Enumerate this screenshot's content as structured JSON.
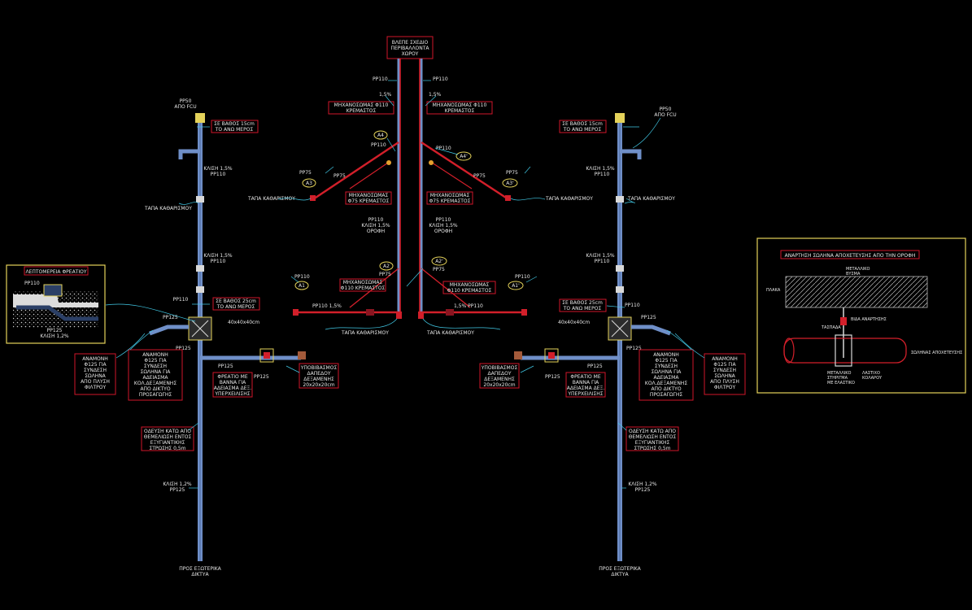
{
  "colors": {
    "background": "#000000",
    "pipe_blue": "#6f8fc8",
    "pipe_red": "#d21f2a",
    "box_red": "#d0162a",
    "leader_cyan": "#41c9e6",
    "detail_frame_yellow": "#e4d25a",
    "label_white": "#e8e8e8"
  },
  "top_box": {
    "line1": "ΒΛΕΠΕ ΣΧΕΔΙΟ",
    "line2": "ΠΕΡΙΒΑΛΛΟΝΤΑ",
    "line3": "ΧΩΡΟΥ"
  },
  "center": {
    "pp110_left": "PP110",
    "pp110_right": "PP110",
    "slope_left": "1,5%",
    "slope_right": "1,5%",
    "mech_left": {
      "line1": "ΜΗΧΑΝΟΣΩΜΑΣ Φ110",
      "line2": "ΚΡΕΜΑΣΤΟΣ"
    },
    "mech_right": {
      "line1": "ΜΗΧΑΝΟΣΩΜΑΣ Φ110",
      "line2": "ΚΡΕΜΑΣΤΟΣ"
    },
    "a4": "A4",
    "a4p": "A4'",
    "pp110_a4": "PP110",
    "pp110_a4p": "PP110",
    "a3": "A3",
    "a3p": "A3'",
    "pp75_left_outer": "PP75",
    "pp75_left_inner": "PP75",
    "pp75_right_outer": "PP75",
    "pp75_right_inner": "PP75",
    "tapa_left": "ΤΑΠΑ ΚΑΘΑΡΙΣΜΟΥ",
    "tapa_right": "ΤΑΠΑ ΚΑΘΑΡΙΣΜΟΥ",
    "mech75_left": {
      "line1": "ΜΗΧΑΝΟΣΩΜΑΣ",
      "line2": "Φ75 ΚΡΕΜΑΣΤΟΣ"
    },
    "mech75_right": {
      "line1": "ΜΗΧΑΝΟΣΩΜΑΣ",
      "line2": "Φ75 ΚΡΕΜΑΣΤΟΣ"
    },
    "vert_left": {
      "line1": "PP110",
      "line2": "ΚΛΙΣΗ 1,5%",
      "line3": "ΟΡΟΦΗ"
    },
    "vert_right": {
      "line1": "PP110",
      "line2": "ΚΛΙΣΗ 1,5%",
      "line3": "ΟΡΟΦΗ"
    },
    "a2": "A2",
    "a2p": "A2'",
    "pp75_a2": "PP75",
    "pp75_a2p": "PP75",
    "a1": "A1",
    "a1p": "A1'",
    "pp110_a1": "PP110",
    "pp110_a1p": "PP110",
    "mech110b_left": {
      "line1": "ΜΗΧΑΝΟΣΩΜΑΣ",
      "line2": "Φ110 ΚΡΕΜΑΣΤΟΣ"
    },
    "mech110b_right": {
      "line1": "ΜΗΧΑΝΟΣΩΜΑΣ",
      "line2": "Φ110 ΚΡΕΜΑΣΤΟΣ"
    },
    "low_left": "PP110    1,5%",
    "low_right": "1,5%    PP110",
    "tapa_low_left": "ΤΑΠΑ ΚΑΘΑΡΙΣΜΟΥ",
    "tapa_low_right": "ΤΑΠΑ ΚΑΘΑΡΙΣΜΟΥ"
  },
  "left": {
    "pp50": {
      "line1": "PP50",
      "line2": "ΑΠΟ FCU"
    },
    "depth15": {
      "line1": "ΣΕ ΒΑΘΟΣ 15cm",
      "line2": "ΤΟ ΑΝΩ ΜΕΡΟΣ"
    },
    "slope1": {
      "line1": "ΚΛΙΣΗ 1,5%",
      "line2": "PP110"
    },
    "tapa": "ΤΑΠΑ ΚΑΘΑΡΙΣΜΟΥ",
    "slope2": {
      "line1": "ΚΛΙΣΗ 1,5%",
      "line2": "PP110"
    },
    "pp110": "PP110",
    "depth25": {
      "line1": "ΣΕ ΒΑΘΟΣ 25cm",
      "line2": "ΤΟ ΑΝΩ ΜΕΡΟΣ"
    },
    "pp125": "PP125",
    "dims": "40x40x40cm",
    "pp125b": "PP125",
    "pp125c": "PP125",
    "pp125d": "PP125",
    "box_filter": {
      "line1": "ΑΝΑΜΟΝΗ",
      "line2": "Φ125 ΓΙΑ",
      "line3": "ΣΥΝΔΕΣΗ",
      "line4": "ΣΩΛΗΝΑ",
      "line5": "ΑΠΟ ΠΛΥΣΗ",
      "line6": "ΦΙΛΤΡΟΥ"
    },
    "box_supply": {
      "line1": "ΑΝΑΜΟΝΗ",
      "line2": "Φ125 ΓΙΑ",
      "line3": "ΣΥΝΔΕΣΗ",
      "line4": "ΣΩΛΗΝΑ ΓΙΑ",
      "line5": "ΑΔΕΙΑΣΜΑ",
      "line6": "ΚΟΛ.ΔΕΞΑΜΕΝΗΣ",
      "line7": "ΑΠΟ ΔΙΚΤΥΟ",
      "line8": "ΠΡΟΣΑΓΩΓΗΣ"
    },
    "box_pit": {
      "line1": "ΦΡΕΑΤΙΟ ΜΕ",
      "line2": "ΒΑΝΝΑ ΓΙΑ",
      "line3": "ΑΔΕΙΑΣΜΑ ΔΕΞ.",
      "line4": "ΥΠΕΡΧΕΙΛΙΣΗΣ"
    },
    "box_tank": {
      "line1": "ΥΠΟΒΙΒΑΣΜΟΣ",
      "line2": "ΔΑΠΕΔΟΥ",
      "line3": "ΔΕΞΑΜΕΝΗΣ",
      "line4": "20x20x20cm"
    },
    "box_route": {
      "line1": "ΟΔΕΥΣΗ ΚΑΤΩ ΑΠΟ",
      "line2": "ΘΕΜΕΛΙΩΣΗ ΕΝΤΟΣ",
      "line3": "ΕΞΥΓΙΑΝΤΙΚΗΣ",
      "line4": "ΣΤΡΩΣΗΣ 0,5m"
    },
    "slope3": {
      "line1": "ΚΛΙΣΗ 1,2%",
      "line2": "PP125"
    },
    "exit": {
      "line1": "ΠΡΟΣ ΕΞΩΤΕΡΙΚΑ",
      "line2": "ΔΙΚΤΥΑ"
    }
  },
  "right": {
    "pp50": {
      "line1": "PP50",
      "line2": "ΑΠΟ FCU"
    },
    "depth15": {
      "line1": "ΣΕ ΒΑΘΟΣ 15cm",
      "line2": "ΤΟ ΑΝΩ ΜΕΡΟΣ"
    },
    "slope1": {
      "line1": "ΚΛΙΣΗ 1,5%",
      "line2": "PP110"
    },
    "tapa": "ΤΑΠΑ ΚΑΘΑΡΙΣΜΟΥ",
    "slope2": {
      "line1": "ΚΛΙΣΗ 1,5%",
      "line2": "PP110"
    },
    "pp110": "PP110",
    "depth25": {
      "line1": "ΣΕ ΒΑΘΟΣ 25cm",
      "line2": "ΤΟ ΑΝΩ ΜΕΡΟΣ"
    },
    "pp125": "PP125",
    "dims": "40x40x40cm",
    "pp125b": "PP125",
    "pp125c": "PP125",
    "pp125d": "PP125",
    "box_filter": {
      "line1": "ΑΝΑΜΟΝΗ",
      "line2": "Φ125 ΓΙΑ",
      "line3": "ΣΥΝΔΕΣΗ",
      "line4": "ΣΩΛΗΝΑ",
      "line5": "ΑΠΟ ΠΛΥΣΗ",
      "line6": "ΦΙΛΤΡΟΥ"
    },
    "box_supply": {
      "line1": "ΑΝΑΜΟΝΗ",
      "line2": "Φ125 ΓΙΑ",
      "line3": "ΣΥΝΔΕΣΗ",
      "line4": "ΣΩΛΗΝΑ ΓΙΑ",
      "line5": "ΑΔΕΙΑΣΜΑ",
      "line6": "ΚΟΛ.ΔΕΞΑΜΕΝΗΣ",
      "line7": "ΑΠΟ ΔΙΚΤΥΟ",
      "line8": "ΠΡΟΣΑΓΩΓΗΣ"
    },
    "box_pit": {
      "line1": "ΦΡΕΑΤΙΟ ΜΕ",
      "line2": "ΒΑΝΝΑ ΓΙΑ",
      "line3": "ΑΔΕΙΑΣΜΑ ΔΕΞ.",
      "line4": "ΥΠΕΡΧΕΙΛΙΣΗΣ"
    },
    "box_tank": {
      "line1": "ΥΠΟΒΙΒΑΣΜΟΣ",
      "line2": "ΔΑΠΕΔΟΥ",
      "line3": "ΔΕΞΑΜΕΝΗΣ",
      "line4": "20x20x20cm"
    },
    "box_route": {
      "line1": "ΟΔΕΥΣΗ ΚΑΤΩ ΑΠΟ",
      "line2": "ΘΕΜΕΛΙΩΣΗ ΕΝΤΟΣ",
      "line3": "ΕΞΥΓΙΑΝΤΙΚΗΣ",
      "line4": "ΣΤΡΩΣΗΣ 0,5m"
    },
    "slope3": {
      "line1": "ΚΛΙΣΗ 1,2%",
      "line2": "PP125"
    },
    "exit": {
      "line1": "ΠΡΟΣ ΕΞΩΤΕΡΙΚΑ",
      "line2": "ΔΙΚΤΥΑ"
    }
  },
  "detail_left": {
    "title": "ΛΕΠΤΟΜΕΡΕΙΑ ΦΡΕΑΤΙΟΥ",
    "pp110": "PP110",
    "pp125": "PP125",
    "slope": "ΚΛΙΣΗ 1,2%"
  },
  "detail_right": {
    "title": "ΑΝΑΡΤΗΣΗ ΣΩΛΗΝΑ ΑΠΟΧΕΤΕΥΣΗΣ ΑΠΟ ΤΗΝ ΟΡΟΦΗ",
    "slab": "ΠΛΑΚΑ",
    "rod_top": {
      "line1": "ΜΕΤΑΛΛΙΚΟ",
      "line2": "ΒΥΣΜΑ"
    },
    "nut": "ΒΙΔΑ ΑΝΑΡΤΗΣΗΣ",
    "clamp": "ΤΑΣΠΑΔΑ",
    "pipe": "ΣΩΛΗΝΑΣ ΑΠΟΧΕΤΕΥΣΗΣ",
    "rod_bottom": {
      "line1": "ΜΕΤΑΛΛΙΚΟ",
      "line2": "ΣΤΗΡΙΓΜΑ",
      "line3": "ΜΕ ΕΛΑΣΤΙΚΟ"
    },
    "rubber": {
      "line1": "ΛΑΣΤΙΧΟ",
      "line2": "ΚΟΛΑΡΟΥ"
    }
  }
}
